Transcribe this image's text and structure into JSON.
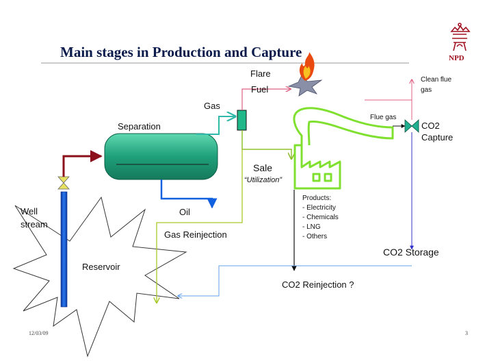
{
  "title": "Main stages in Production and Capture",
  "labels": {
    "flare": "Flare",
    "fuel": "Fuel",
    "gas": "Gas",
    "separation": "Separation",
    "sale": "Sale",
    "utilization": "“Utilization”",
    "oil": "Oil",
    "well_stream_1": "Well",
    "well_stream_2": "stream",
    "gas_reinjection": "Gas Reinjection",
    "reservoir": "Reservoir",
    "flue_gas": "Flue gas",
    "clean_flue_gas_1": "Clean flue",
    "clean_flue_gas_2": "gas",
    "co2_capture_1": "CO2",
    "co2_capture_2": "Capture",
    "co2_storage": "CO2 Storage",
    "co2_reinjection": "CO2 Reinjection ?",
    "products_heading": "Products:",
    "products": [
      "- Electricity",
      "- Chemicals",
      "- LNG",
      "- Others"
    ]
  },
  "logo_text": "NPD",
  "footer": {
    "date": "12/03/09",
    "page": "3"
  },
  "colors": {
    "flare_line": "#e06080",
    "fuel_line": "#e06080",
    "gas_line": "#30b8a8",
    "inlet_line": "#8b0f1a",
    "oil_line": "#1060e0",
    "sale_line": "#90c030",
    "reinjection_line": "#a8c828",
    "co2_line": "#3030c8",
    "co2_reinjection_line": "#60a0e8",
    "factory": "#80e030",
    "separator": "#20a878",
    "valve": "#20b090"
  }
}
